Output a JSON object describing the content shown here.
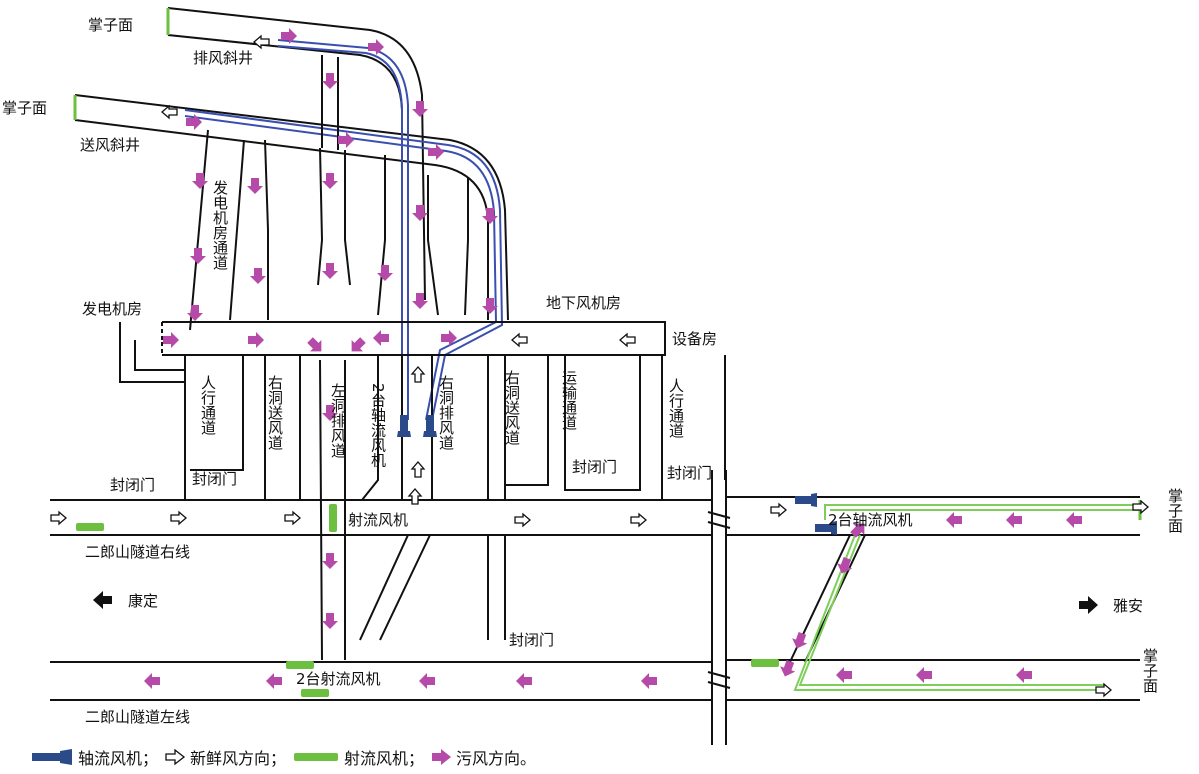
{
  "colors": {
    "stale_air": "#b54aa8",
    "axial_fan": "#2a4a8a",
    "jet_fan": "#6cbf3f",
    "duct_blue": "#3a4fb0",
    "duct_green": "#7ecf5a"
  },
  "labels": {
    "face_top1": "掌子面",
    "face_top2": "掌子面",
    "exhaust_shaft": "排风斜井",
    "supply_shaft": "送风斜井",
    "generator_room": "发电机房",
    "generator_passage": "发电机房通道",
    "underground_fan_room": "地下风机房",
    "equipment_room": "设备房",
    "pedestrian_passage_1": "人行通道",
    "right_supply_duct_1": "右洞送风道",
    "left_exhaust_duct": "左洞排风道",
    "two_axial_fans_vertical": "2台轴流风机",
    "right_exhaust_duct": "右洞排风道",
    "right_supply_duct_2": "右洞送风道",
    "transport_passage": "运输通道",
    "pedestrian_passage_2": "人行通道",
    "sealed_door_1": "封闭门",
    "sealed_door_2": "封闭门",
    "sealed_door_3": "封闭门",
    "sealed_door_4": "封闭门",
    "sealed_door_5": "封闭门",
    "jet_fan_label": "射流风机",
    "right_line": "二郎山隧道右线",
    "left_line": "二郎山隧道左线",
    "kangding": "康定",
    "yaan": "雅安",
    "two_axial_fans": "2台轴流风机",
    "two_jet_fans": "2台射流风机",
    "face_right_top": "掌子面",
    "face_right_bottom": "掌子面"
  },
  "legend": {
    "axial_fan": "轴流风机；",
    "fresh_air": "新鲜风方向；",
    "jet_fan": "射流风机；",
    "stale_air": "污风方向。"
  }
}
